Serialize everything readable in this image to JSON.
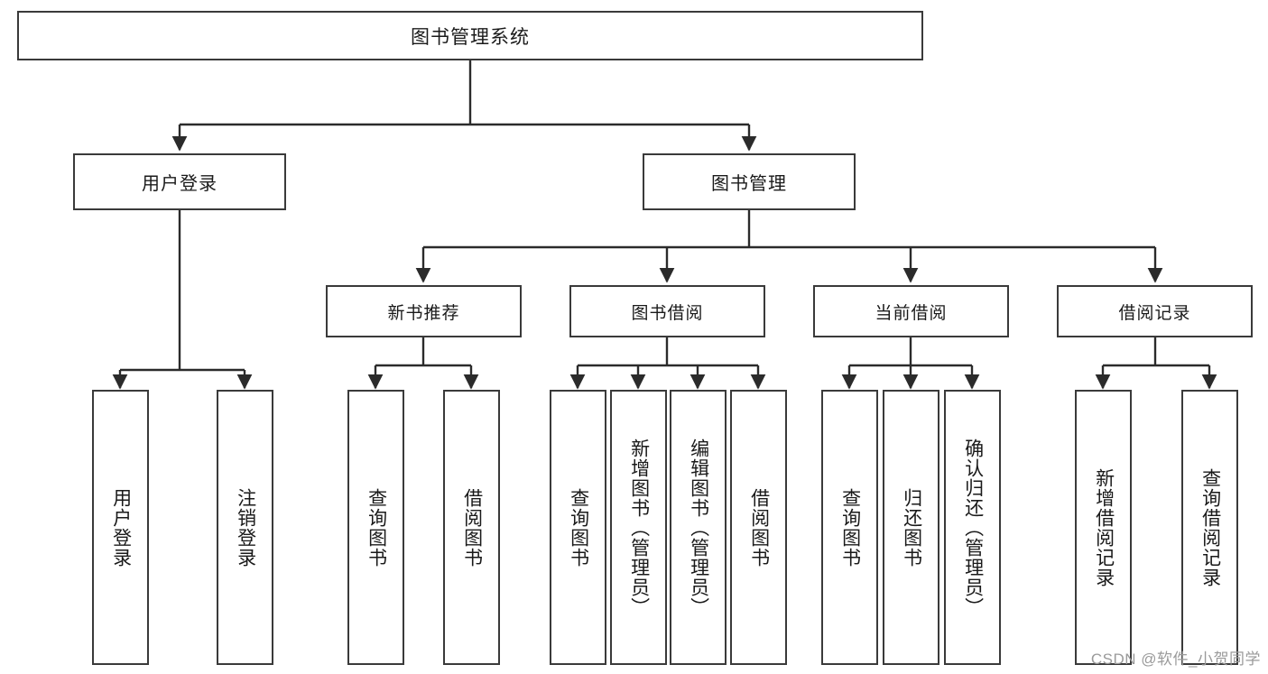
{
  "diagram": {
    "title": "图书管理系统",
    "type": "functional-structure-tree",
    "watermark": "CSDN @软件_小贺同学",
    "colors": {
      "box_border": "#3a3a3a",
      "box_fill": "#ffffff",
      "connector": "#2b2b2b",
      "text": "#1a1a1a",
      "watermark": "#9a9a9a",
      "background": "#ffffff"
    }
  },
  "nodes": {
    "root": {
      "label": "图书管理系统",
      "level": 0,
      "orientation": "horizontal"
    },
    "level1": [
      {
        "label": "用户登录",
        "level": 1,
        "orientation": "horizontal"
      },
      {
        "label": "图书管理",
        "level": 1,
        "orientation": "horizontal"
      }
    ],
    "level2": [
      {
        "label": "新书推荐",
        "level": 2,
        "orientation": "horizontal"
      },
      {
        "label": "图书借阅",
        "level": 2,
        "orientation": "horizontal"
      },
      {
        "label": "当前借阅",
        "level": 2,
        "orientation": "horizontal"
      },
      {
        "label": "借阅记录",
        "level": 2,
        "orientation": "horizontal"
      }
    ],
    "leaves": {
      "user_login": [
        {
          "label": "用户登录",
          "orientation": "vertical"
        },
        {
          "label": "注销登录",
          "orientation": "vertical"
        }
      ],
      "new_book_recommend": [
        {
          "label": "查询图书",
          "orientation": "vertical"
        },
        {
          "label": "借阅图书",
          "orientation": "vertical"
        }
      ],
      "book_borrow": [
        {
          "label": "查询图书",
          "orientation": "vertical"
        },
        {
          "label": "新增图书（管理员）",
          "orientation": "vertical"
        },
        {
          "label": "编辑图书（管理员）",
          "orientation": "vertical"
        },
        {
          "label": "借阅图书",
          "orientation": "vertical"
        }
      ],
      "current_borrow": [
        {
          "label": "查询图书",
          "orientation": "vertical"
        },
        {
          "label": "归还图书",
          "orientation": "vertical"
        },
        {
          "label": "确认归还（管理员）",
          "orientation": "vertical"
        }
      ],
      "borrow_record": [
        {
          "label": "新增借阅记录",
          "orientation": "vertical"
        },
        {
          "label": "查询借阅记录",
          "orientation": "vertical"
        }
      ]
    }
  }
}
